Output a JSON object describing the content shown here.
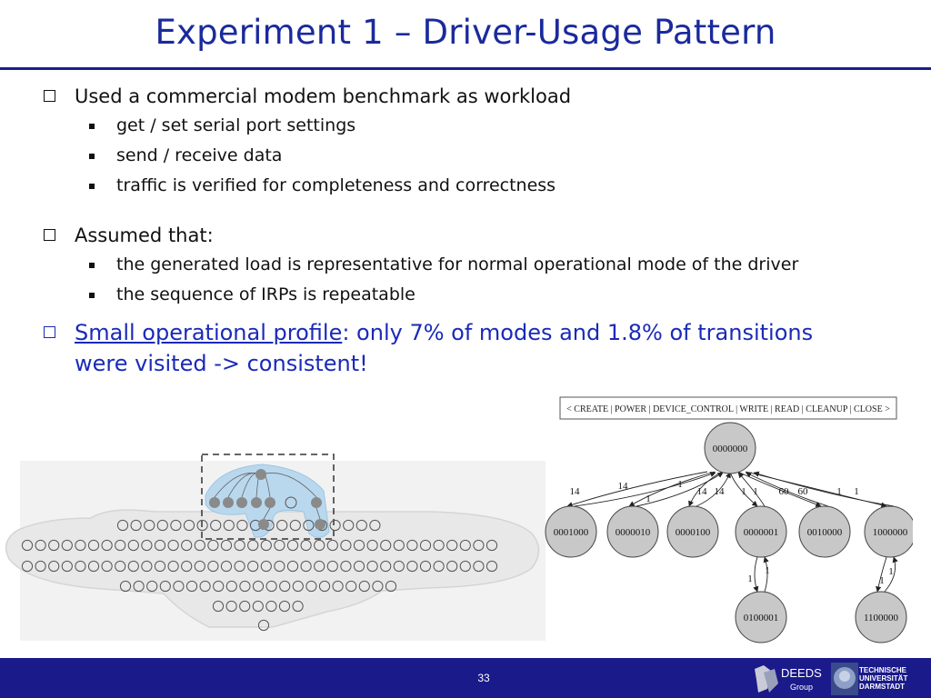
{
  "title": "Experiment 1 – Driver-Usage Pattern",
  "bullets": [
    {
      "text": "Used a commercial modem benchmark as workload",
      "sub": [
        "get / set serial port settings",
        "send / receive data",
        "traffic is verified for completeness and correctness"
      ]
    },
    {
      "text": "Assumed that:",
      "sub": [
        "the generated load is representative for normal operational mode of the driver",
        "the sequence of IRPs is repeatable"
      ]
    }
  ],
  "highlight": {
    "link_text": "Small operational profile",
    "rest_line1": ": only 7% of modes and 1.8% of transitions",
    "line2": "were visited -> consistent!"
  },
  "graph": {
    "legend": "< CREATE | POWER | DEVICE_CONTROL | WRITE | READ | CLEANUP | CLOSE >",
    "root": "0000000",
    "mid_nodes": [
      "0001000",
      "0000010",
      "0000100",
      "0000001",
      "0010000",
      "1000000"
    ],
    "bottom_nodes": [
      "0100001",
      "1100000"
    ],
    "edge_labels": {
      "n0001000": [
        "14",
        "14"
      ],
      "n0000010": [
        "1"
      ],
      "n0000100": [
        "1",
        "14"
      ],
      "n0000001": [
        "14",
        "1",
        "1"
      ],
      "n0010000": [
        "60",
        "60"
      ],
      "n1000000": [
        "1",
        "1"
      ],
      "n0100001": [
        "1",
        "1"
      ],
      "n1100000": [
        "1",
        "1"
      ]
    }
  },
  "footer": {
    "page": "33",
    "deeds": "DEEDS",
    "deeds_sub": "Group",
    "tu_lines": [
      "TECHNISCHE",
      "UNIVERSITÄT",
      "DARMSTADT"
    ]
  },
  "colors": {
    "title": "#1a2a9c",
    "footer": "#1a1a8a",
    "highlight": "#1a2ab8"
  }
}
